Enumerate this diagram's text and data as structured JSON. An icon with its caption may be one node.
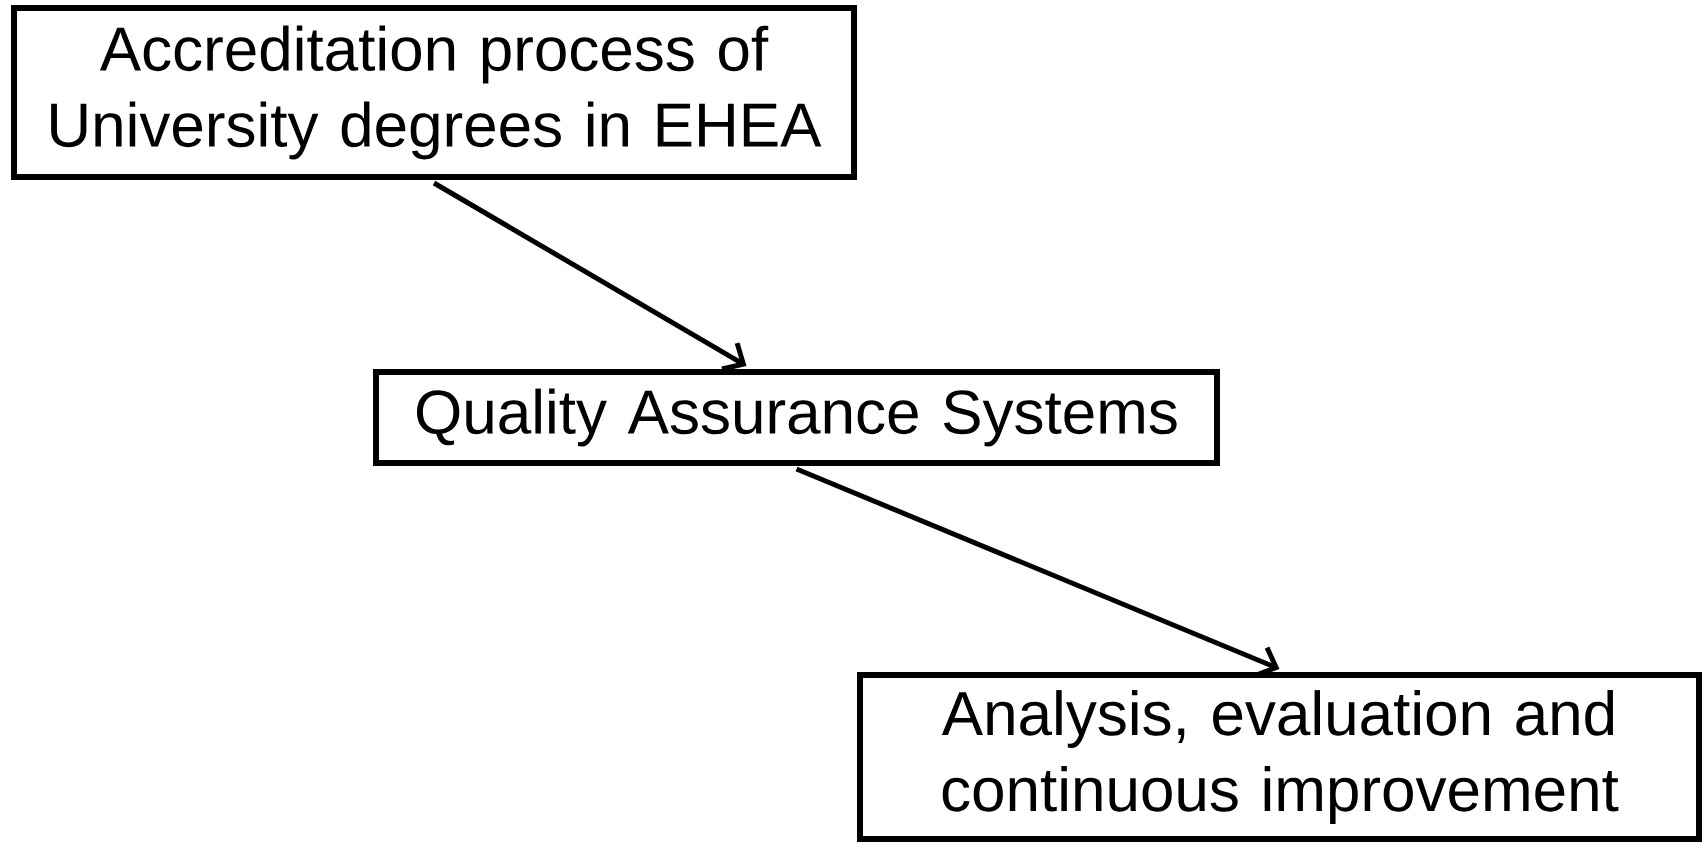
{
  "diagram": {
    "nodes": [
      {
        "text": [
          "Accreditation process of University degrees in EHEA"
        ]
      },
      {
        "text": [
          "Quality Assurance Systems"
        ]
      },
      {
        "text": [
          "Analysis, evaluation and continuous improvement"
        ]
      }
    ],
    "edges": [
      {
        "from": 0,
        "to": 1,
        "arrow": "to"
      },
      {
        "from": 1,
        "to": 2,
        "arrow": "to"
      }
    ]
  }
}
